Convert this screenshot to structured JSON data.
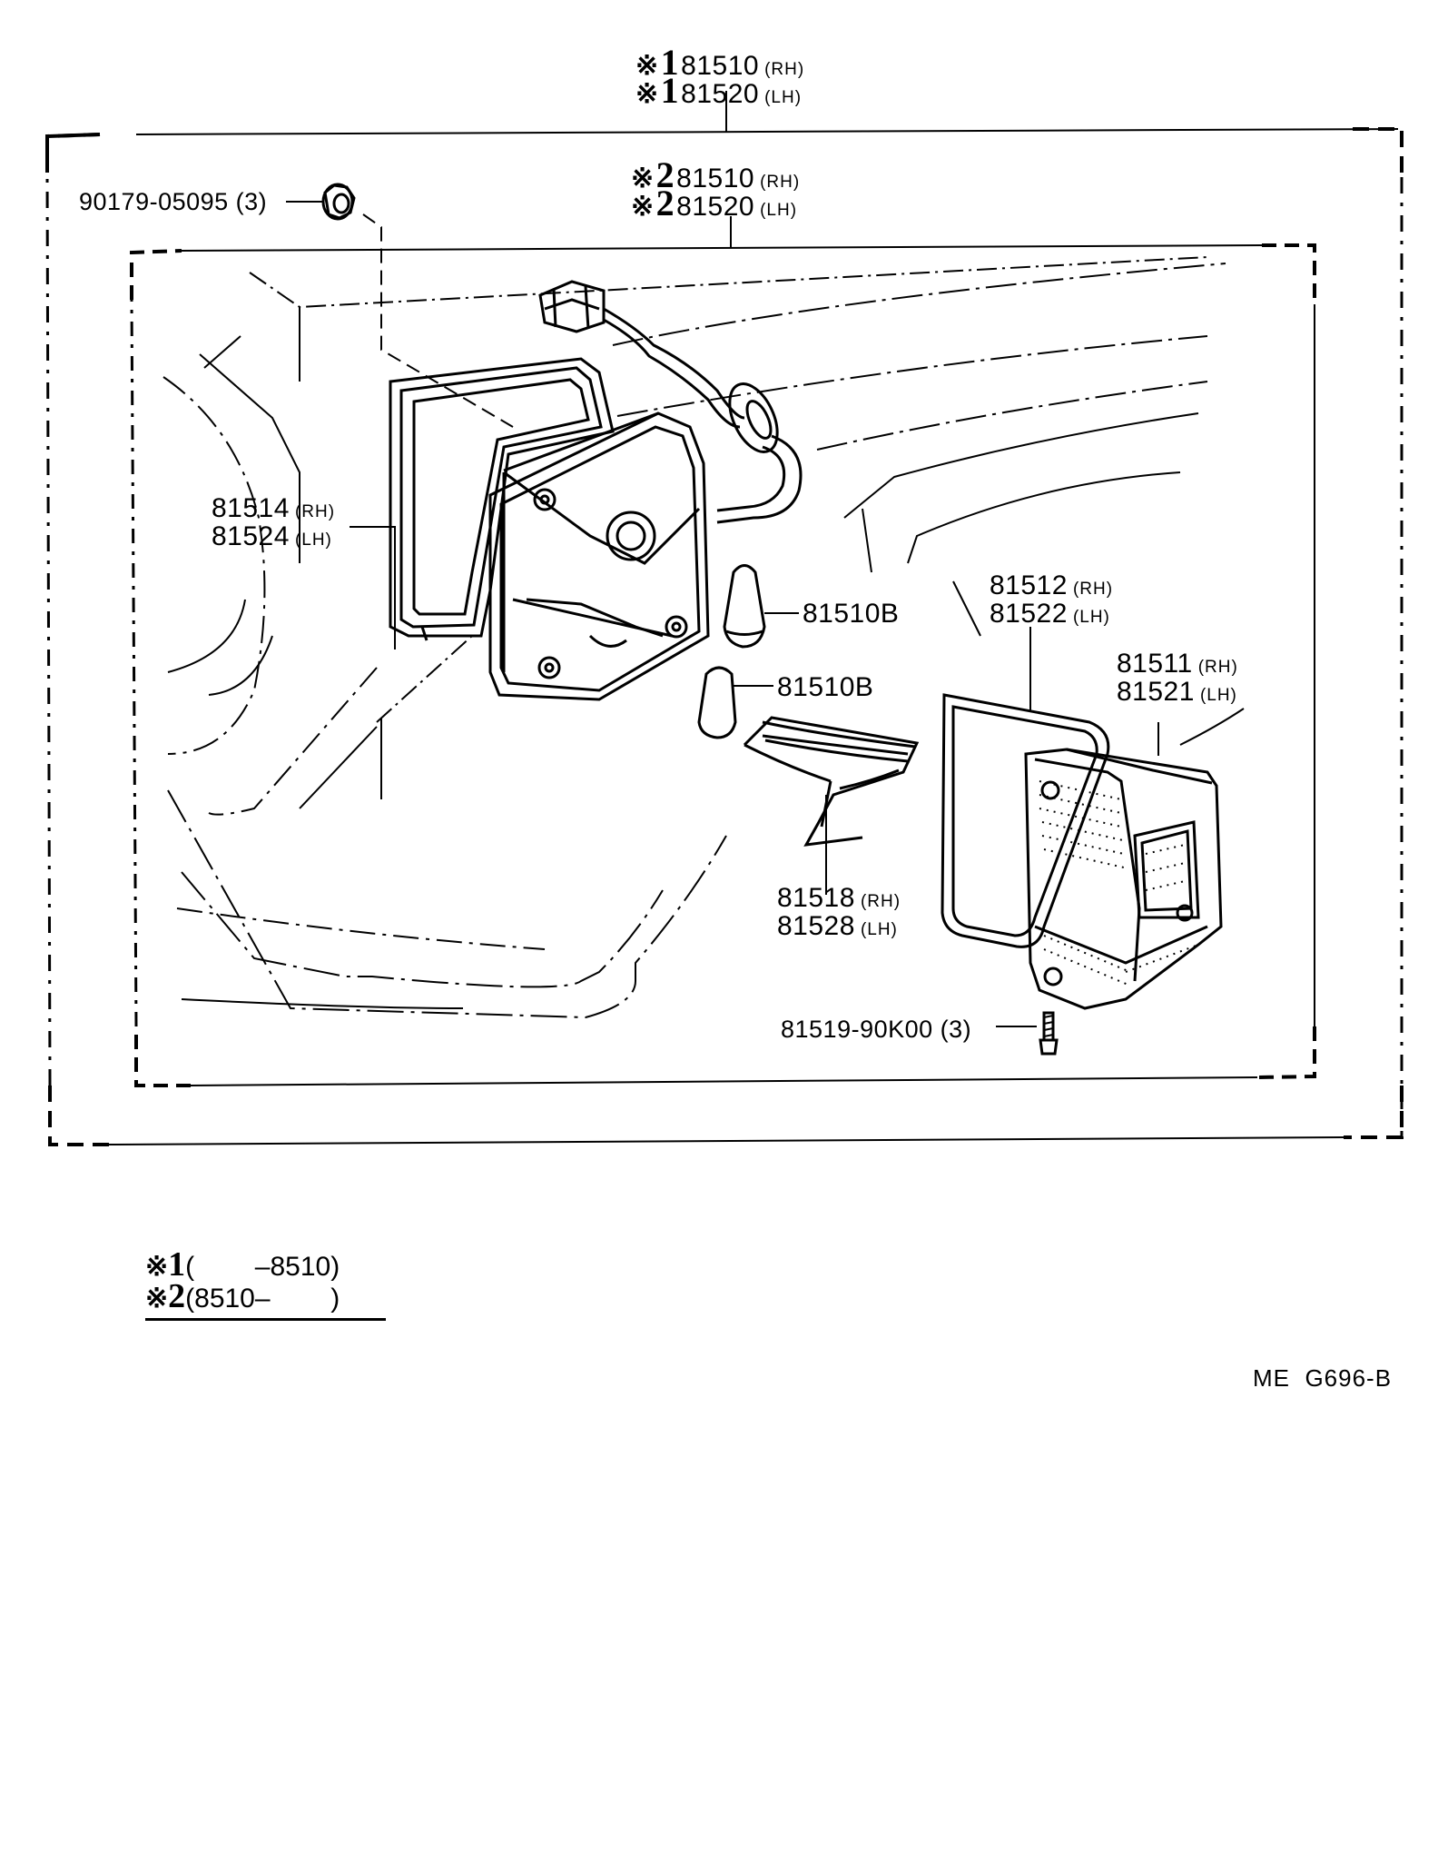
{
  "header_labels": {
    "v1_rh": {
      "mark": "※",
      "index": "1",
      "part": "81510",
      "side": "(RH)"
    },
    "v1_lh": {
      "mark": "※",
      "index": "1",
      "part": "81520",
      "side": "(LH)"
    },
    "v2_rh": {
      "mark": "※",
      "index": "2",
      "part": "81510",
      "side": "(RH)"
    },
    "v2_lh": {
      "mark": "※",
      "index": "2",
      "part": "81520",
      "side": "(LH)"
    }
  },
  "callouts": {
    "nut": {
      "text": "90179-05095 (3)"
    },
    "housing_rh": {
      "part": "81514",
      "side": "(RH)"
    },
    "housing_lh": {
      "part": "81524",
      "side": "(LH)"
    },
    "bulb_upper": {
      "text": "81510B"
    },
    "bulb_lower": {
      "text": "81510B"
    },
    "gasket_rh": {
      "part": "81512",
      "side": "(RH)"
    },
    "gasket_lh": {
      "part": "81522",
      "side": "(LH)"
    },
    "lens_rh": {
      "part": "81511",
      "side": "(RH)"
    },
    "lens_lh": {
      "part": "81521",
      "side": "(LH)"
    },
    "reflector_rh": {
      "part": "81518",
      "side": "(RH)"
    },
    "reflector_lh": {
      "part": "81528",
      "side": "(LH)"
    },
    "screw": {
      "text": "81519-90K00 (3)"
    }
  },
  "footnotes": {
    "note1": {
      "mark": "※",
      "index": "1",
      "range": "(        –8510)"
    },
    "note2": {
      "mark": "※",
      "index": "2",
      "range": "(8510–        )"
    }
  },
  "figure_code": "ME  G696-B"
}
